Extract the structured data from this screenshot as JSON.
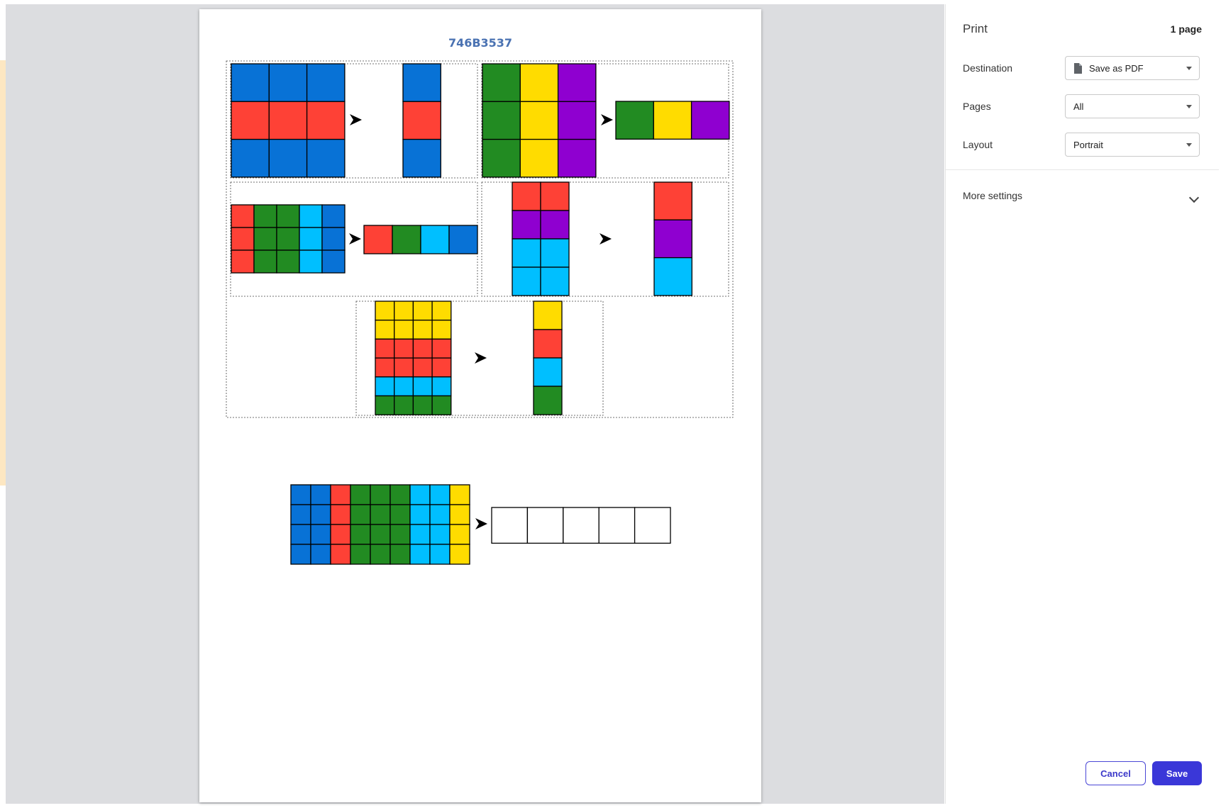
{
  "document": {
    "title": "746B3537"
  },
  "palette": {
    "B": "#0872d6",
    "R": "#fe4136",
    "G": "#228b22",
    "Y": "#ffdc00",
    "P": "#8f00d0",
    "C": "#00bfff",
    "W": "#ffffff"
  },
  "examples": [
    {
      "input": [
        "BBB",
        "RRR",
        "BBB"
      ],
      "output": [
        "B",
        "R",
        "B"
      ]
    },
    {
      "input": [
        "GYP",
        "GYP",
        "GYP"
      ],
      "output": [
        "GYP"
      ]
    },
    {
      "input": [
        "RGGCB",
        "RGGCB",
        "RGGCB"
      ],
      "output": [
        "RGCB"
      ]
    },
    {
      "input": [
        "RR",
        "PP",
        "CC",
        "CC"
      ],
      "output": [
        "R",
        "P",
        "C"
      ]
    },
    {
      "input": [
        "YYYY",
        "YYYY",
        "RRRR",
        "RRRR",
        "CCCC",
        "GGGG"
      ],
      "output": [
        "Y",
        "R",
        "C",
        "G"
      ]
    }
  ],
  "test": {
    "input": [
      "BBRGGGCCY",
      "BBRGGGCCY",
      "BBRGGGCCY",
      "BBRGGGCCY"
    ],
    "output": [
      "WWWWW"
    ]
  },
  "print_panel": {
    "title": "Print",
    "page_count": "1 page",
    "destination_label": "Destination",
    "destination_value": "Save as PDF",
    "pages_label": "Pages",
    "pages_value": "All",
    "layout_label": "Layout",
    "layout_value": "Portrait",
    "more_settings": "More settings",
    "cancel": "Cancel",
    "save": "Save"
  }
}
